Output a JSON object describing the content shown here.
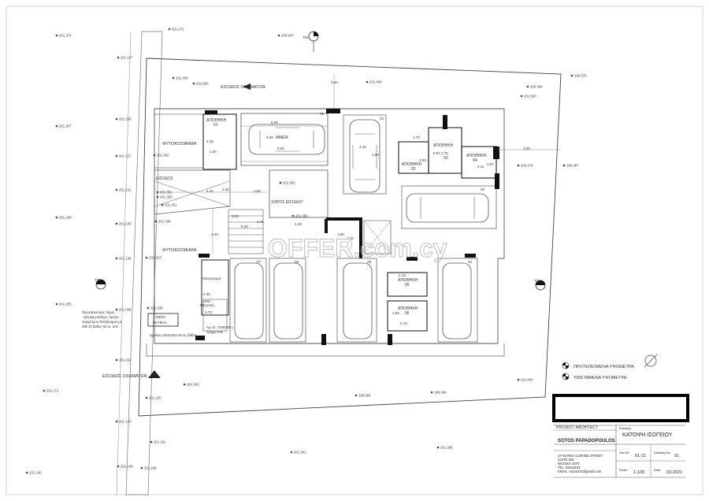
{
  "levels": [
    {
      "id": "l1",
      "text": "201.274"
    },
    {
      "id": "l2",
      "text": "201.272"
    },
    {
      "id": "l3",
      "text": "200.947"
    },
    {
      "id": "l4",
      "text": "201.147"
    },
    {
      "id": "l5",
      "text": "201.454"
    },
    {
      "id": "l6",
      "text": "201.500"
    },
    {
      "id": "l7",
      "text": "201.406"
    },
    {
      "id": "l8",
      "text": "200.394"
    },
    {
      "id": "l9",
      "text": "200.379"
    },
    {
      "id": "l10",
      "text": "201.500"
    },
    {
      "id": "l11",
      "text": "201.156"
    },
    {
      "id": "l12",
      "text": "201.307"
    },
    {
      "id": "l13",
      "text": "201.127"
    },
    {
      "id": "l14",
      "text": "201.342"
    },
    {
      "id": "l15",
      "text": "200.274"
    },
    {
      "id": "l16",
      "text": "200.467"
    },
    {
      "id": "l17",
      "text": "201.131"
    },
    {
      "id": "l18",
      "text": "201.351"
    },
    {
      "id": "l19",
      "text": "201.583"
    },
    {
      "id": "l20",
      "text": "201.350"
    },
    {
      "id": "l21",
      "text": "201.251"
    },
    {
      "id": "l22",
      "text": "201.249"
    },
    {
      "id": "l23",
      "text": "201.149"
    },
    {
      "id": "l24",
      "text": "201.339"
    },
    {
      "id": "l25",
      "text": "201.350"
    },
    {
      "id": "l26",
      "text": "201.135"
    },
    {
      "id": "l27",
      "text": "201.323"
    },
    {
      "id": "l28",
      "text": "201.255"
    },
    {
      "id": "l29",
      "text": "201.038"
    },
    {
      "id": "l30",
      "text": "201.228"
    },
    {
      "id": "l31",
      "text": "201.024"
    },
    {
      "id": "l32",
      "text": "201.271"
    },
    {
      "id": "l33",
      "text": "201.500"
    },
    {
      "id": "l34",
      "text": "199.554"
    },
    {
      "id": "l35",
      "text": "199.349"
    },
    {
      "id": "l36",
      "text": "201.500"
    },
    {
      "id": "l37",
      "text": "201.220"
    },
    {
      "id": "l38",
      "text": "201.143"
    },
    {
      "id": "l39",
      "text": "201.181"
    },
    {
      "id": "l40",
      "text": "201.261"
    },
    {
      "id": "l41",
      "text": "201.308"
    },
    {
      "id": "l42",
      "text": "201.148"
    },
    {
      "id": "l43",
      "text": "201.189"
    },
    {
      "id": "l44",
      "text": "201.245"
    }
  ],
  "dims": [
    {
      "id": "d1",
      "text": "3.60"
    },
    {
      "id": "d2",
      "text": "6.00"
    },
    {
      "id": "d3",
      "text": "3.30"
    },
    {
      "id": "d4",
      "text": "5.00"
    },
    {
      "id": "d5",
      "text": "3.25"
    },
    {
      "id": "d6",
      "text": "1.00"
    },
    {
      "id": "d7",
      "text": "2.42"
    },
    {
      "id": "d8",
      "text": "4.60"
    },
    {
      "id": "d9",
      "text": "1.70"
    },
    {
      "id": "d10",
      "text": "1.75"
    },
    {
      "id": "d11",
      "text": "2.00"
    },
    {
      "id": "d12",
      "text": "1.57"
    },
    {
      "id": "d13",
      "text": "2.11"
    },
    {
      "id": "d14",
      "text": "3.29"
    },
    {
      "id": "d15",
      "text": "4.15"
    },
    {
      "id": "d16",
      "text": "2.20"
    },
    {
      "id": "d17",
      "text": "1.50"
    },
    {
      "id": "d18",
      "text": "3.53"
    },
    {
      "id": "d19",
      "text": "2.40"
    },
    {
      "id": "d20",
      "text": "0.30"
    },
    {
      "id": "d21",
      "text": "1.15"
    },
    {
      "id": "d22",
      "text": "2.40"
    },
    {
      "id": "d23",
      "text": "1.80"
    },
    {
      "id": "d24",
      "text": "1.15"
    },
    {
      "id": "d25",
      "text": "2.10"
    },
    {
      "id": "d26",
      "text": "2.05"
    },
    {
      "id": "d27",
      "text": "2.10"
    },
    {
      "id": "d28",
      "text": "4.35"
    },
    {
      "id": "d29",
      "text": "1.70"
    },
    {
      "id": "d30",
      "text": "0.87"
    }
  ],
  "labels": {
    "fytokosmima_top": "ΦΥΤΟΚΟΣΜΗΜΑ",
    "fytokosmima_mid": "ΦΥΤΟΚΟΣΜΗΜΑ",
    "apothiki_01": "ΑΠΟΘΗΚΗ",
    "apothiki_01_no": "01",
    "apothiki_02": "ΑΠΟΘΗΚΗ",
    "apothiki_02_no": "02",
    "apothiki_03": "ΑΠΟΘΗΚΗ",
    "apothiki_03_no": "03",
    "apothiki_04": "ΑΠΟΘΗΚΗ",
    "apothiki_04_no": "04",
    "apothiki_05": "ΑΠΟΘΗΚΗ",
    "apothiki_05_no": "05",
    "apothiki_06": "ΑΠΟΘΗΚΗ",
    "apothiki_06_no": "06",
    "amea": "ΑΜΕΑ",
    "eisodos": "ΕΙΣΟΔΟΣ",
    "xoros_eisodou": "ΧΩΡΟΣ ΕΙΣΟΔΟΥ",
    "eisodos_oximaton_top": "ΕΙΣΟΔΟΣ ΟΧΗΜΑΤΩΝ",
    "eisodos_oximaton_bottom": "ΕΙΣΟΔΟΣ ΟΧΗΜΑΤΩΝ",
    "hlektrismos": "Ηλεκτρισμός",
    "ahk_1": "ΑΗΚ",
    "ahk_2": "Μετρητές",
    "ahk_note_1": "Αρ. Στ. 7040396-1",
    "ahk_note_2": "Τμήμα ΑΗΚ",
    "theseis_1": "ΘΕΣΗ",
    "theseis_2": "ΣΚΥΒΑΛ",
    "frey_1": "φρεάτιο 120Χ120Χ 60 εκ. βάθος",
    "note_1": "Προστατευτικός τοίχος",
    "note_2": "κάλυψη μπάζων, Χρηση",
    "note_3": "περιμέτρου Πεζοδρομου με",
    "note_4": "290 10 βαθος 60 εκ. απο",
    "space_01": "01",
    "space_02": "02",
    "space_03": "03",
    "space_05": "05",
    "space_06": "06",
    "space_07": "07",
    "space_08": "08",
    "space_09": "09",
    "space_10": "10",
    "t01": "Τ01",
    "t02_l": "Τ02",
    "t02_r": "Τ02",
    "dot1": "·"
  },
  "legend": {
    "proposed": "ΠΡΟΤΕΙΝΟΜΕΝΑ ΥΨΟΜΕΤΡΑ",
    "existing": "ΥΦΙΣΤΑΜΕΝΑ ΥΨΟΜΕΤΡΑ"
  },
  "watermark": "OFFER.com.cy",
  "title_block": {
    "project_architect_label": "PROJECT ARCHITECT",
    "drawing_label": "Drawing",
    "drawing_title": "ΚΑΤΟΨΗ ΙΣΟΓΕΙΟΥ",
    "architect_name": "SOTOS PAPADOPOULOS",
    "addr1": "17 IOANNI CLERIDE STREET",
    "addr2": "SUITE 303",
    "addr3": "NICOSIA 1070",
    "addr4": "TEL. 99419103",
    "addr5": "EMAIL: sotos372@gmail.com",
    "job_label": "Job No.",
    "job_value": "01-21",
    "drawing_no_label": "Drawing No.",
    "drawing_no_value": "01",
    "scale_label": "Scale",
    "scale_value": "1-100",
    "date_label": "Date",
    "date_value": "03-2021"
  }
}
